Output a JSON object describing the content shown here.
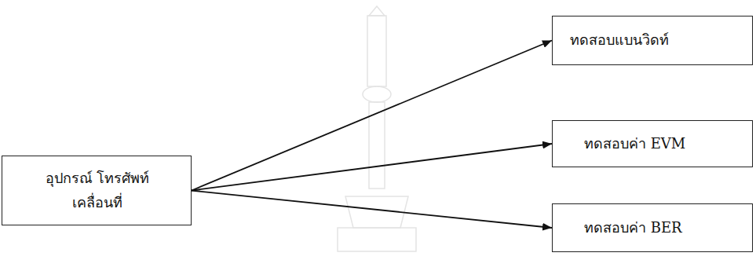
{
  "diagram": {
    "nodes": [
      {
        "text": [
          "อุปกรณ์ โทรศัพท์เคลื่อนที่"
        ]
      },
      {
        "text": [
          "ทดสอบแบนวิดท์"
        ]
      },
      {
        "text": [
          "ทดสอบค่า EVM"
        ]
      },
      {
        "text": [
          "ทดสอบค่า BER"
        ]
      }
    ],
    "edges": [
      {
        "from": 0,
        "to": 1,
        "arrow": "to"
      },
      {
        "from": 0,
        "to": 2,
        "arrow": "to"
      },
      {
        "from": 0,
        "to": 3,
        "arrow": "to"
      }
    ]
  }
}
